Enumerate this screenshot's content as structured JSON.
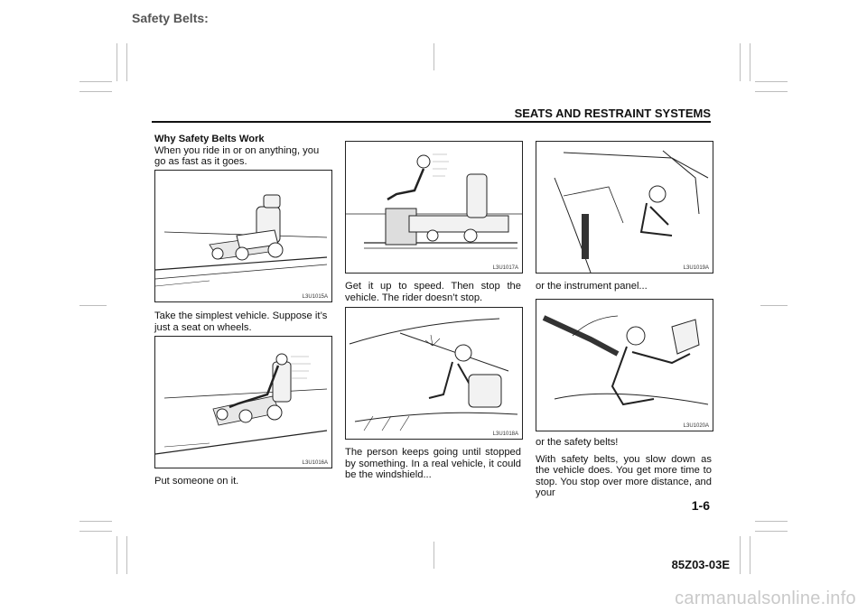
{
  "section_tag": "Safety Belts:",
  "header": {
    "title": "SEATS AND RESTRAINT SYSTEMS"
  },
  "column1": {
    "heading": "Why Safety Belts Work",
    "intro": "When you ride in or on anything, you go as fast as it goes.",
    "figure1_code": "L3U1015A",
    "text2": "Take the simplest vehicle. Suppose it’s just a seat on wheels.",
    "figure2_code": "L3U1016A",
    "text3": "Put someone on it."
  },
  "column2": {
    "figure1_code": "L3U1017A",
    "text1": "Get it up to speed. Then stop the vehicle. The rider doesn’t stop.",
    "figure2_code": "L3U1018A",
    "text2": "The person keeps going until stopped by something. In a real vehicle, it could be the windshield..."
  },
  "column3": {
    "figure1_code": "L3U1019A",
    "text1": "or the instrument panel...",
    "figure2_code": "L3U1020A",
    "text2": "or the safety belts!",
    "text3": "With safety belts, you slow down as the vehicle does. You get more time to stop. You stop over more distance, and your"
  },
  "footer": {
    "page_number": "1-6",
    "doc_code": "85Z03-03E",
    "watermark": "carmanualsonline.info"
  }
}
